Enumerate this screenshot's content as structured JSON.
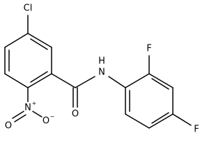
{
  "molecule": {
    "atoms": {
      "chlorine": "Cl",
      "fluorine_ortho": "F",
      "fluorine_para": "F",
      "amide_nitrogen": "N",
      "amide_hydrogen": "H",
      "amide_oxygen": "O",
      "nitro_nitrogen": "N",
      "nitro_oxygen": "O",
      "nitro_nitrogen_charge": "+",
      "nitro_oxygen_charge": "−"
    }
  }
}
